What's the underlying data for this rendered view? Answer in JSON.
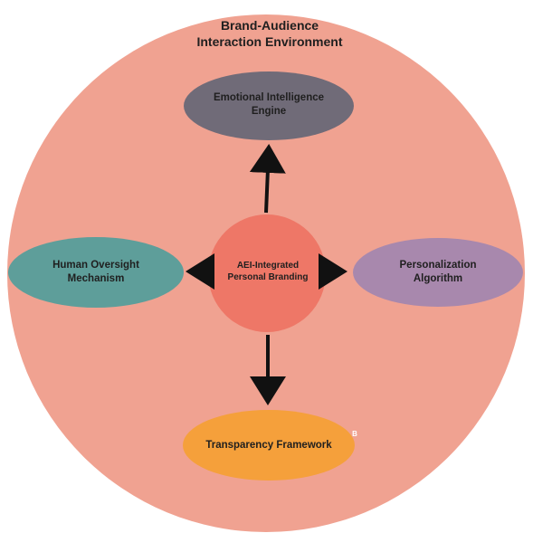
{
  "diagram": {
    "environment": {
      "title": "Brand-Audience\nInteraction Environment",
      "color": "#f0a291"
    },
    "center": {
      "label": "AEI-Integrated\nPersonal Branding",
      "color": "#ee7767"
    },
    "nodes": {
      "top": {
        "label": "Emotional Intelligence\nEngine",
        "color": "#706b78"
      },
      "left": {
        "label": "Human Oversight\nMechanism",
        "color": "#5e9e9a"
      },
      "right": {
        "label": "Personalization\nAlgorithm",
        "color": "#a888ad"
      },
      "bottom": {
        "label": "Transparency Framework",
        "color": "#f5a03b"
      }
    },
    "arrow_color": "#111111",
    "footnote_mark": "B"
  }
}
